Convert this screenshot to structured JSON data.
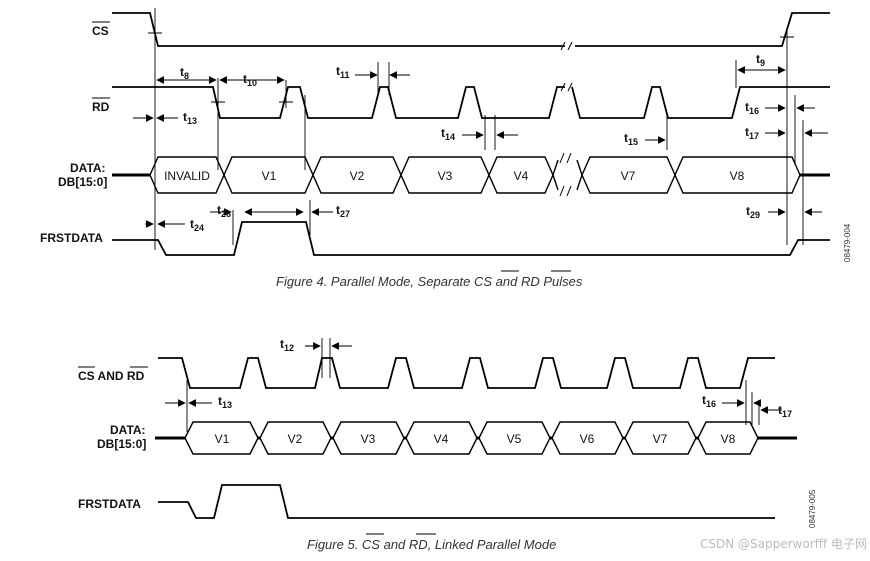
{
  "figure4": {
    "signals": {
      "cs": "CS",
      "rd": "RD",
      "data_line1": "DATA:",
      "data_line2": "DB[15:0]",
      "frstdata": "FRSTDATA"
    },
    "bus_values": [
      "INVALID",
      "V1",
      "V2",
      "V3",
      "V4",
      "V7",
      "V8"
    ],
    "timing": [
      {
        "t": "t",
        "sub": "8"
      },
      {
        "t": "t",
        "sub": "10"
      },
      {
        "t": "t",
        "sub": "11"
      },
      {
        "t": "t",
        "sub": "9"
      },
      {
        "t": "t",
        "sub": "13"
      },
      {
        "t": "t",
        "sub": "16"
      },
      {
        "t": "t",
        "sub": "14"
      },
      {
        "t": "t",
        "sub": "15"
      },
      {
        "t": "t",
        "sub": "17"
      },
      {
        "t": "t",
        "sub": "26"
      },
      {
        "t": "t",
        "sub": "27"
      },
      {
        "t": "t",
        "sub": "24"
      },
      {
        "t": "t",
        "sub": "29"
      }
    ],
    "caption": {
      "prefix": "Figure 4. Parallel Mode, Separate ",
      "cs": "CS",
      "mid": " and ",
      "rd": "RD",
      "suffix": " Pulses"
    },
    "side_code": "08479-004"
  },
  "figure5": {
    "signals": {
      "cs": "CS",
      "and": " AND ",
      "rd": "RD",
      "data_line1": "DATA:",
      "data_line2": "DB[15:0]",
      "frstdata": "FRSTDATA"
    },
    "bus_values": [
      "V1",
      "V2",
      "V3",
      "V4",
      "V5",
      "V6",
      "V7",
      "V8"
    ],
    "timing": [
      {
        "t": "t",
        "sub": "12"
      },
      {
        "t": "t",
        "sub": "13"
      },
      {
        "t": "t",
        "sub": "16"
      },
      {
        "t": "t",
        "sub": "17"
      }
    ],
    "caption": {
      "prefix": "Figure 5. ",
      "cs": "CS",
      "mid": " and ",
      "rd": "RD",
      "suffix": ", Linked Parallel Mode"
    },
    "side_code": "08479-005"
  },
  "watermark": "CSDN @Sapperworfff 电子网"
}
